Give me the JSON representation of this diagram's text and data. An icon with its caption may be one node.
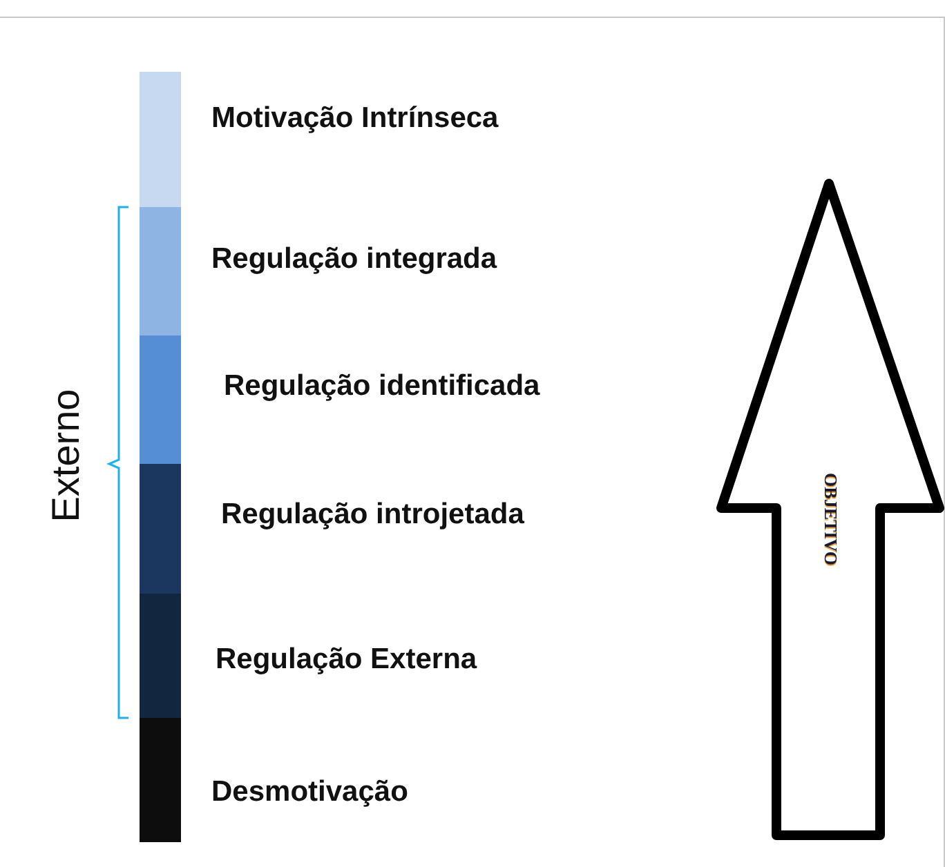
{
  "diagram": {
    "nodes": [
      {
        "text": [],
        "shape": "bar",
        "beside": [
          "Motivação Intrínseca"
        ]
      },
      {
        "text": [],
        "shape": "bar",
        "beside": [
          "Regulação integrada"
        ]
      },
      {
        "text": [],
        "shape": "bar",
        "beside": [
          "Regulação identificada"
        ]
      },
      {
        "text": [],
        "shape": "bar",
        "beside": [
          "Regulação introjetada"
        ]
      },
      {
        "text": [],
        "shape": "bar",
        "beside": [
          "Regulação Externa"
        ]
      },
      {
        "text": [],
        "shape": "bar",
        "beside": [
          "Desmotivação"
        ]
      },
      {
        "text": [
          "OBJETIVO"
        ]
      }
    ],
    "labels": [
      "Externo"
    ]
  }
}
